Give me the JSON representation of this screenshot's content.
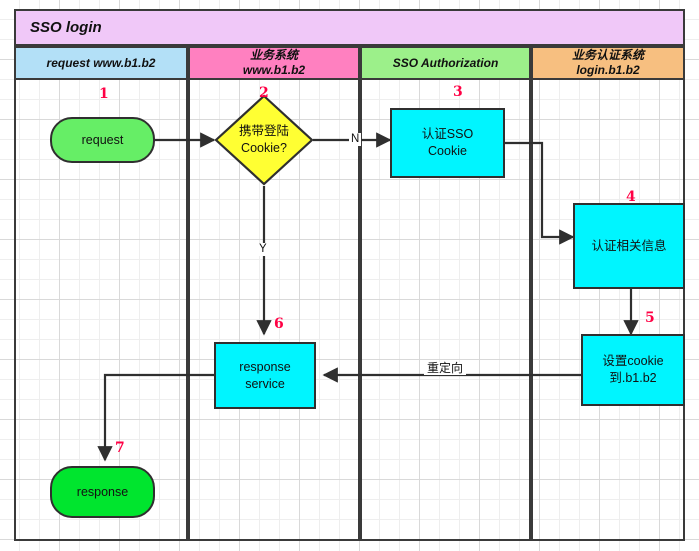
{
  "pool": {
    "title": "SSO login",
    "title_color": "#f0c8f8"
  },
  "lanes": [
    {
      "name": "lane-request",
      "line1": "request www.b1.b2",
      "line2": "",
      "color": "#b3e0f7"
    },
    {
      "name": "lane-business",
      "line1": "业务系统",
      "line2": "www.b1.b2",
      "color": "#ff80c0"
    },
    {
      "name": "lane-sso",
      "line1": "SSO Authorization",
      "line2": "",
      "color": "#9cf08a"
    },
    {
      "name": "lane-auth",
      "line1": "业务认证系统",
      "line2": "login.b1.b2",
      "color": "#f7bf80"
    }
  ],
  "nodes": [
    {
      "id": "n1",
      "num": "1",
      "shape": "terminator",
      "line1": "request",
      "line2": "",
      "color": "#66ee66"
    },
    {
      "id": "n2",
      "num": "2",
      "shape": "diamond",
      "line1": "携带登陆",
      "line2": "Cookie?",
      "color": "#ffff33"
    },
    {
      "id": "n3",
      "num": "3",
      "shape": "rect",
      "line1": "认证SSO",
      "line2": "Cookie",
      "color": "#00f5ff"
    },
    {
      "id": "n4",
      "num": "4",
      "shape": "rect",
      "line1": "认证相关信息",
      "line2": "",
      "color": "#00f5ff"
    },
    {
      "id": "n5",
      "num": "5",
      "shape": "rect",
      "line1": "设置cookie",
      "line2": "到.b1.b2",
      "color": "#00f5ff"
    },
    {
      "id": "n6",
      "num": "6",
      "shape": "rect",
      "line1": "response",
      "line2": "service",
      "color": "#00f5ff"
    },
    {
      "id": "n7",
      "num": "7",
      "shape": "terminator",
      "line1": "response",
      "line2": "",
      "color": "#00e52e"
    }
  ],
  "edge_labels": {
    "no": "N",
    "yes": "Y",
    "redirect": "重定向"
  },
  "colors": {
    "stroke": "#2f2f2f",
    "number": "#ff0044",
    "grid_minor": "#eeeeee",
    "grid_major": "#d9d9d9"
  }
}
